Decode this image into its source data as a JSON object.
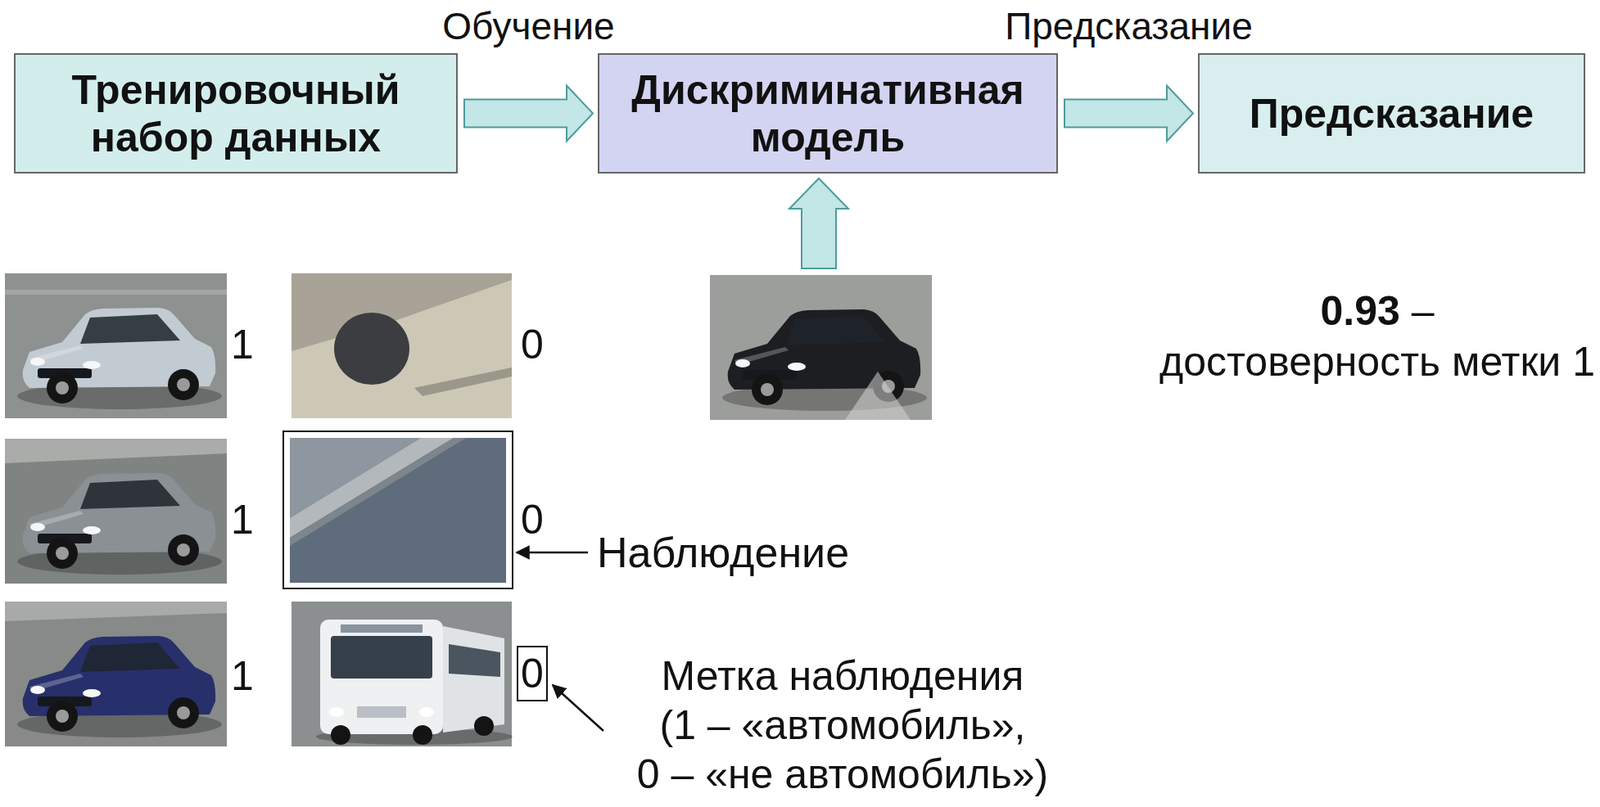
{
  "diagram": {
    "nodes": [
      {
        "text": [
          "Тренировочный набор данных"
        ]
      },
      {
        "text": [
          "Дискриминативная модель"
        ]
      },
      {
        "text": [
          "Предсказание"
        ]
      },
      {
        "text": [
          "0"
        ]
      }
    ],
    "edges": [
      {
        "from": 0,
        "to": 1,
        "arrow": "to",
        "label": "Обучение"
      },
      {
        "from": 1,
        "to": 2,
        "arrow": "to",
        "label": "Предсказание"
      }
    ],
    "labels": [
      "0.93 – достоверность метки 1",
      "1",
      "0",
      "1",
      "0",
      "Наблюдение",
      "1",
      "Метка наблюдения (1 – «автомобиль», 0 – «не автомобиль»)"
    ]
  }
}
